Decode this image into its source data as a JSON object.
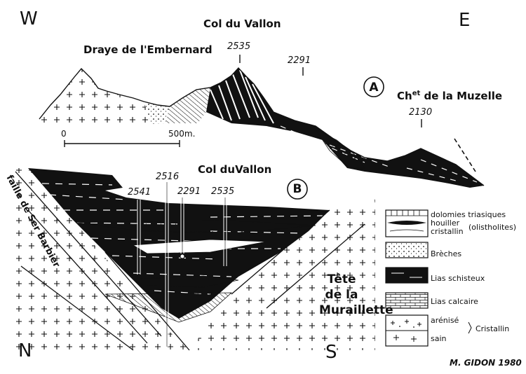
{
  "compass": {
    "west": "W",
    "east": "E",
    "north": "N",
    "south": "S"
  },
  "section_a": {
    "marker": "A",
    "labels": {
      "draye": "Draye de l'Embernard",
      "col_du_vallon": "Col du Vallon",
      "chet_prefix": "Ch",
      "chet_super": "et",
      "chet_rest": " de la Muzelle"
    },
    "altitudes": [
      "2535",
      "2291",
      "2130"
    ],
    "scale": {
      "start": "0",
      "end": "500m."
    }
  },
  "section_b": {
    "marker": "B",
    "labels": {
      "col_du_vallon": "Col duVallon",
      "faille": "faille de Ser Barbier",
      "tete_line1": "Tête",
      "tete_line2": "de la",
      "tete_line3": "Muraillette"
    },
    "altitudes": [
      "2541",
      "2516",
      "2291",
      "2535"
    ]
  },
  "legend": {
    "dolomies": "dolomies triasiques",
    "houiller": "houiller",
    "cristallin_olist": "cristallin",
    "olistholites": "(olistholites)",
    "breches": "Brèches",
    "lias_schisteux": "Lias schisteux",
    "lias_calcaire": "Lias calcaire",
    "arenise": "arénisé",
    "sain": "sain",
    "cristallin": "Cristallin"
  },
  "credit": "M. GIDON 1980",
  "colors": {
    "ink": "#111111",
    "paper": "#ffffff"
  }
}
